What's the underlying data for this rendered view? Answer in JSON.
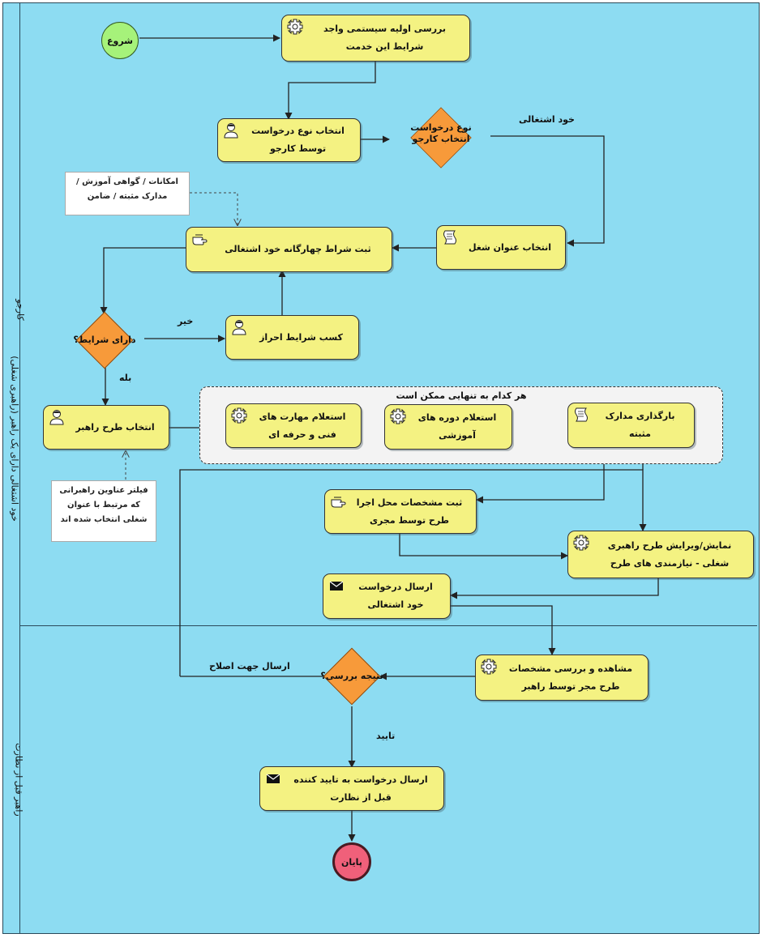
{
  "lanes": [
    {
      "id": "lane1",
      "label": "خود اشتغالی دارای یک راهبر (راهبری شغلی)"
    },
    {
      "id": "lane1b",
      "label": "کارجو"
    },
    {
      "id": "lane2",
      "label": "راهبر قبل از نظارت"
    }
  ],
  "events": {
    "start": "شروع",
    "end": "پایان"
  },
  "tasks": {
    "t1": {
      "lines": [
        "بررسی اولیه سیستمی واجد",
        "شرایط این خدمت"
      ],
      "icon": "gear-icon"
    },
    "t2": {
      "lines": [
        "انتخاب نوع درخواست",
        "توسط کارجو"
      ],
      "icon": "user-icon"
    },
    "t3": {
      "lines": [
        "انتخاب عنوان شغل"
      ],
      "icon": "script-icon"
    },
    "t4": {
      "lines": [
        "ثبت  شراط چهارگانه خود اشتغالی"
      ],
      "icon": "hand-icon"
    },
    "t5": {
      "lines": [
        "کسب شرایط احراز"
      ],
      "icon": "user-icon"
    },
    "t6": {
      "lines": [
        "انتخاب طرح راهبر"
      ],
      "icon": "user-icon"
    },
    "t7": {
      "lines": [
        "استعلام مهارت های",
        "فنی و حرفه ای"
      ],
      "icon": "gear-icon"
    },
    "t8": {
      "lines": [
        "استعلام دوره های",
        "آموزشی"
      ],
      "icon": "gear-icon"
    },
    "t9": {
      "lines": [
        "بارگذاری مدارک",
        "مثبته"
      ],
      "icon": "script-icon"
    },
    "t10": {
      "lines": [
        "ثبت مشخصات محل اجرا",
        "طرح توسط مجری"
      ],
      "icon": "hand-icon"
    },
    "t11": {
      "lines": [
        "نمایش/ویرایش  طرح راهبری",
        "شغلی - نیازمندی های طرح"
      ],
      "icon": "gear-icon"
    },
    "t12": {
      "lines": [
        "ارسال درخواست",
        "خود اشتغالی"
      ],
      "icon": "envelope-icon"
    },
    "t13": {
      "lines": [
        "مشاهده و بررسی مشخصات",
        "طرح مجر توسط راهبر"
      ],
      "icon": "gear-icon"
    },
    "t14": {
      "lines": [
        "ارسال درخواست به تایید کننده",
        "قبل از نظارت"
      ],
      "icon": "envelope-icon"
    }
  },
  "gateways": {
    "g1": {
      "lines": [
        "نوع درخواست",
        "انتخاب کارجو"
      ]
    },
    "g2": {
      "lines": [
        "دارای شرایط؟"
      ]
    },
    "g3": {
      "lines": [
        "نتیجه بررسی؟"
      ]
    }
  },
  "notes": {
    "n1": [
      "امکانات / گواهی آموزش /",
      "مدارک مثبته / ضامن"
    ],
    "n2": [
      "فیلتر عناوین راهبرانی",
      "که مرتبط با عنوان",
      "شغلی انتخاب شده اند"
    ]
  },
  "group": {
    "title": "هر کدام به تنهایی ممکن است"
  },
  "flow_labels": {
    "self_employment": "خود اشتغالی",
    "no": "خیر",
    "yes": "بله",
    "send_for_correction": "ارسال جهت اصلاح",
    "approve": "تایید"
  },
  "colors": {
    "pool": "#8ddcf2",
    "task": "#f4f282",
    "gateway": "#f79a3a",
    "start": "#a6f27a",
    "end": "#f0607a"
  }
}
